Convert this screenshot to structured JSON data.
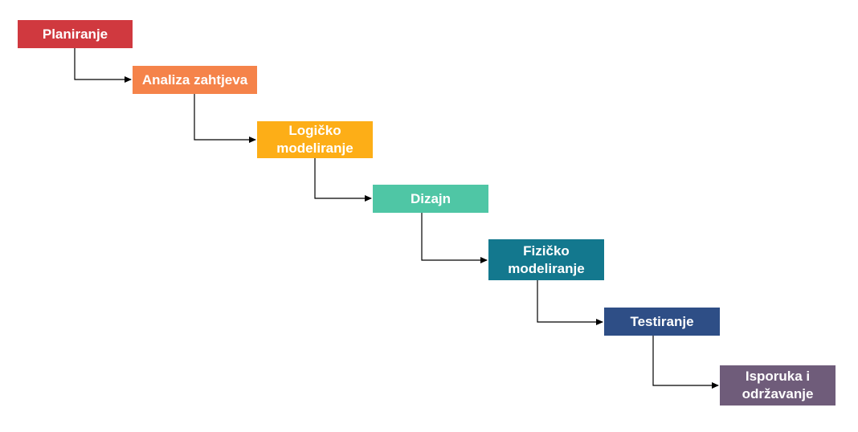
{
  "diagram": {
    "steps": [
      {
        "label": "Planiranje",
        "color": "#d0393f"
      },
      {
        "label": "Analiza zahtjeva",
        "color": "#f5834a"
      },
      {
        "label": "Logičko\nmodeliranje",
        "color": "#fdae17"
      },
      {
        "label": "Dizajn",
        "color": "#4fc6a5"
      },
      {
        "label": "Fizičko\nmodeliranje",
        "color": "#13788e"
      },
      {
        "label": "Testiranje",
        "color": "#2e4e86"
      },
      {
        "label": "Isporuka i\nodržavanje",
        "color": "#6f5c7a"
      }
    ],
    "connector_color": "#000000"
  }
}
